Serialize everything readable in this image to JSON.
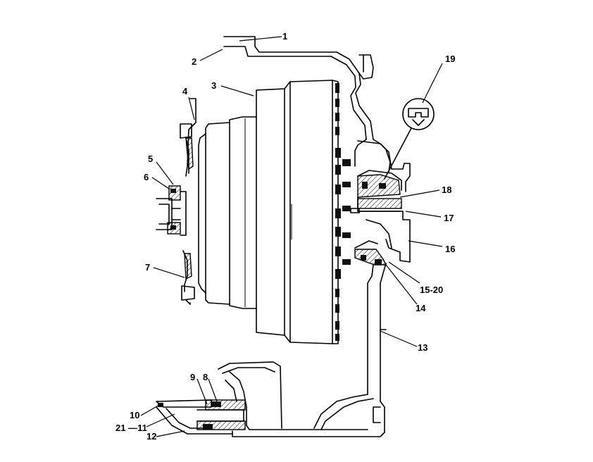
{
  "diagram": {
    "callouts": [
      {
        "id": "c1",
        "text": "1"
      },
      {
        "id": "c2",
        "text": "2"
      },
      {
        "id": "c3",
        "text": "3"
      },
      {
        "id": "c4",
        "text": "4"
      },
      {
        "id": "c5",
        "text": "5"
      },
      {
        "id": "c6",
        "text": "6"
      },
      {
        "id": "c7",
        "text": "7"
      },
      {
        "id": "c8",
        "text": "8"
      },
      {
        "id": "c9",
        "text": "9"
      },
      {
        "id": "c10",
        "text": "10"
      },
      {
        "id": "c11",
        "text": "21 —11"
      },
      {
        "id": "c12",
        "text": "12"
      },
      {
        "id": "c13",
        "text": "13"
      },
      {
        "id": "c14",
        "text": "14"
      },
      {
        "id": "c15",
        "text": "15-20"
      },
      {
        "id": "c16",
        "text": "16"
      },
      {
        "id": "c17",
        "text": "17"
      },
      {
        "id": "c18",
        "text": "18"
      },
      {
        "id": "c19",
        "text": "19"
      }
    ]
  }
}
